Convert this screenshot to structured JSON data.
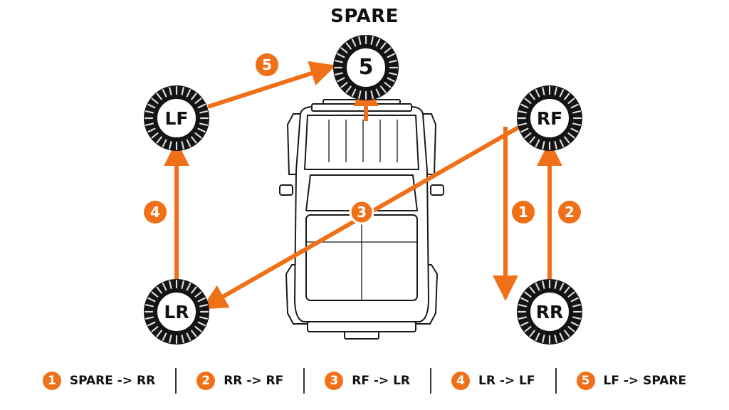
{
  "colors": {
    "accent": "#f07018",
    "tire": "#141414",
    "hub": "#ffffff",
    "ink": "#111111"
  },
  "title": "SPARE",
  "tires": [
    {
      "id": "spare",
      "label": "5"
    },
    {
      "id": "lf",
      "label": "LF"
    },
    {
      "id": "rf",
      "label": "RF"
    },
    {
      "id": "lr",
      "label": "LR"
    },
    {
      "id": "rr",
      "label": "RR"
    }
  ],
  "steps": [
    {
      "num": "1",
      "text": "SPARE -> RR"
    },
    {
      "num": "2",
      "text": "RR -> RF"
    },
    {
      "num": "3",
      "text": "RF -> LR"
    },
    {
      "num": "4",
      "text": "LR -> LF"
    },
    {
      "num": "5",
      "text": "LF -> SPARE"
    }
  ],
  "icons": [
    "vehicle-top-view-icon",
    "tire-icon",
    "arrow-icon"
  ]
}
